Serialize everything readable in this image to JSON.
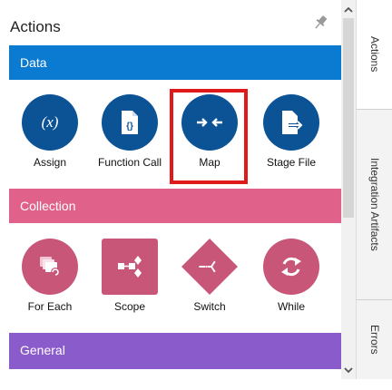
{
  "panel": {
    "title": "Actions"
  },
  "sections": {
    "data": {
      "label": "Data"
    },
    "collection": {
      "label": "Collection"
    },
    "general": {
      "label": "General"
    }
  },
  "data_items": [
    {
      "label": "Assign",
      "icon": "variable-x-icon"
    },
    {
      "label": "Function Call",
      "icon": "function-file-icon"
    },
    {
      "label": "Map",
      "icon": "map-arrows-icon",
      "highlighted": true
    },
    {
      "label": "Stage File",
      "icon": "stage-file-icon"
    }
  ],
  "collection_items": [
    {
      "label": "For Each",
      "icon": "for-each-icon"
    },
    {
      "label": "Scope",
      "icon": "scope-icon"
    },
    {
      "label": "Switch",
      "icon": "switch-icon"
    },
    {
      "label": "While",
      "icon": "while-loop-icon"
    }
  ],
  "side_tabs": [
    "Actions",
    "Integration Artifacts",
    "Errors"
  ],
  "colors": {
    "data": "#0b7ad1",
    "collection": "#e0628a",
    "general": "#8a5bcb",
    "highlight": "#e01a1a"
  }
}
